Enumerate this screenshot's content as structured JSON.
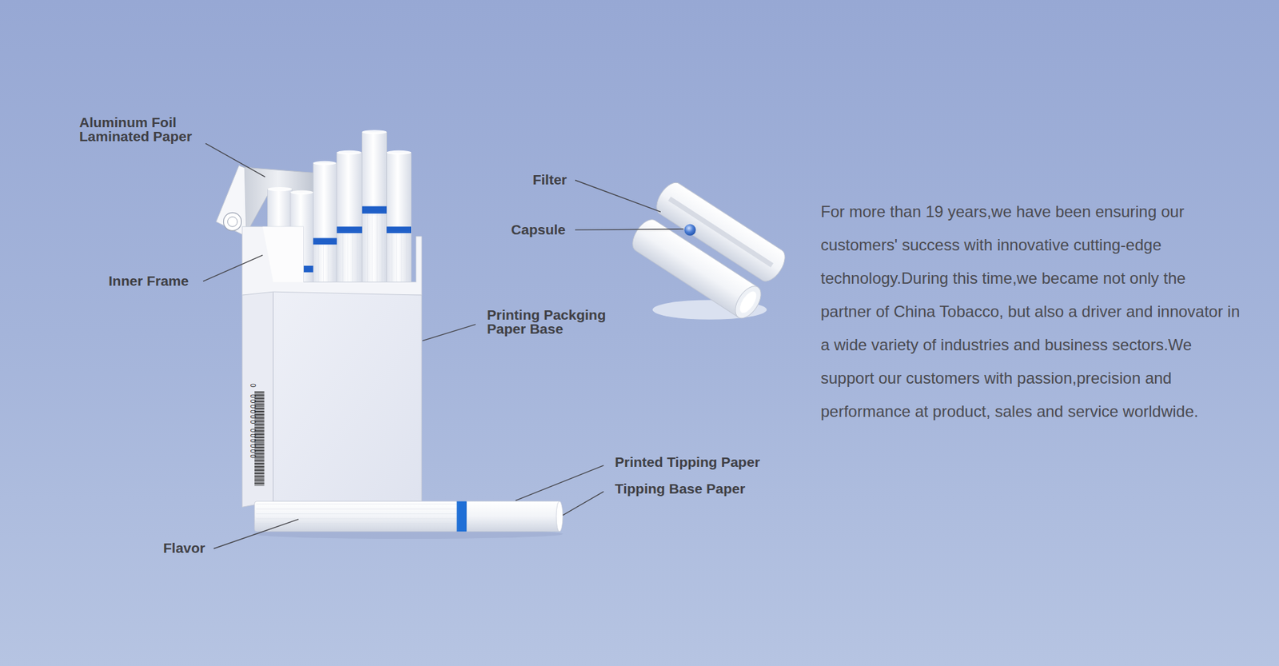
{
  "diagram": {
    "labels": [
      "Aluminum Foil Laminated Paper",
      "Inner Frame",
      "Filter",
      "Capsule",
      "Printing Packging Paper Base",
      "For more than 19 years,we have been ensuring our customers' success with innovative cutting-edge technology.During this time,we became not only the partner of China Tobacco, but also a driver and innovator in a wide variety of industries and business sectors.We support our customers with passion,precision and performance at product, sales and service worldwide.",
      "Printed Tipping Paper",
      "Tipping Base Paper",
      "Flavor",
      "0",
      "000000 000000"
    ]
  }
}
